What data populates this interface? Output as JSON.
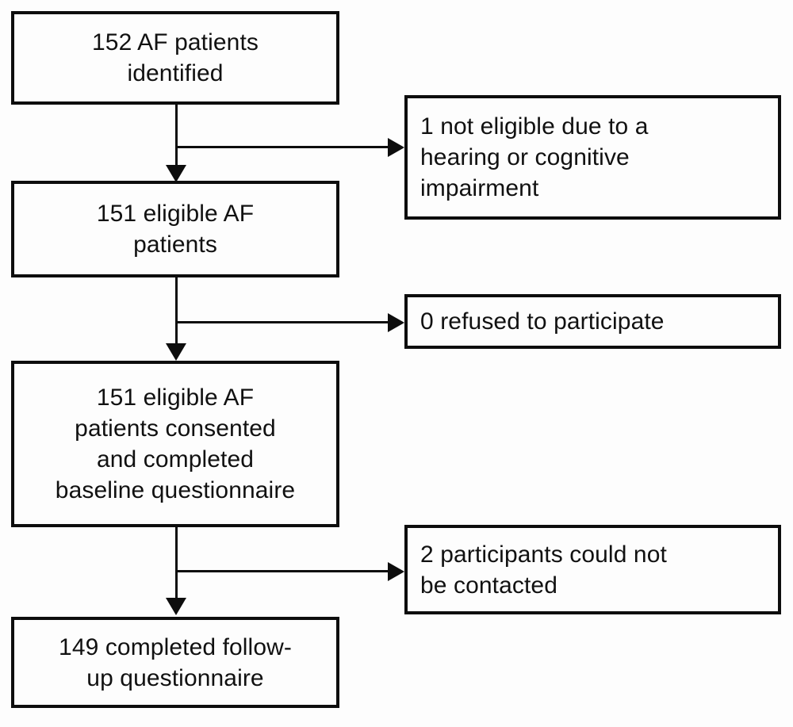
{
  "diagram": {
    "title": "AF patient recruitment and follow-up flow diagram",
    "type": "flowchart",
    "orientation": "top-to-bottom with right-side exclusion branches",
    "line_color": "#0d0d0d",
    "box_fill": "#fdfdfd",
    "background": "#ffffff",
    "main_nodes": [
      {
        "id": "identified",
        "text": "152 AF patients\nidentified",
        "count": 152
      },
      {
        "id": "eligible",
        "text": "151 eligible AF\npatients",
        "count": 151
      },
      {
        "id": "consented",
        "text": "151 eligible AF\npatients consented\nand completed\nbaseline questionnaire",
        "count": 151
      },
      {
        "id": "followup",
        "text": "149 completed follow-\nup questionnaire",
        "count": 149
      }
    ],
    "side_nodes": [
      {
        "id": "not-eligible",
        "text": "1 not eligible due to a\nhearing or cognitive\nimpairment",
        "count": 1
      },
      {
        "id": "refused",
        "text": "0 refused to participate",
        "count": 0
      },
      {
        "id": "not-contacted",
        "text": "2 participants could not\nbe contacted",
        "count": 2
      }
    ],
    "connectors": [
      {
        "id": "identified-to-eligible",
        "from": "identified",
        "to": "eligible",
        "direction": "down"
      },
      {
        "id": "identified-to-not-eligible",
        "from": "identified",
        "to": "not-eligible",
        "direction": "right"
      },
      {
        "id": "eligible-to-consented",
        "from": "eligible",
        "to": "consented",
        "direction": "down"
      },
      {
        "id": "eligible-to-refused",
        "from": "eligible",
        "to": "refused",
        "direction": "right"
      },
      {
        "id": "consented-to-followup",
        "from": "consented",
        "to": "followup",
        "direction": "down"
      },
      {
        "id": "consented-to-not-contacted",
        "from": "consented",
        "to": "not-contacted",
        "direction": "right"
      }
    ]
  }
}
